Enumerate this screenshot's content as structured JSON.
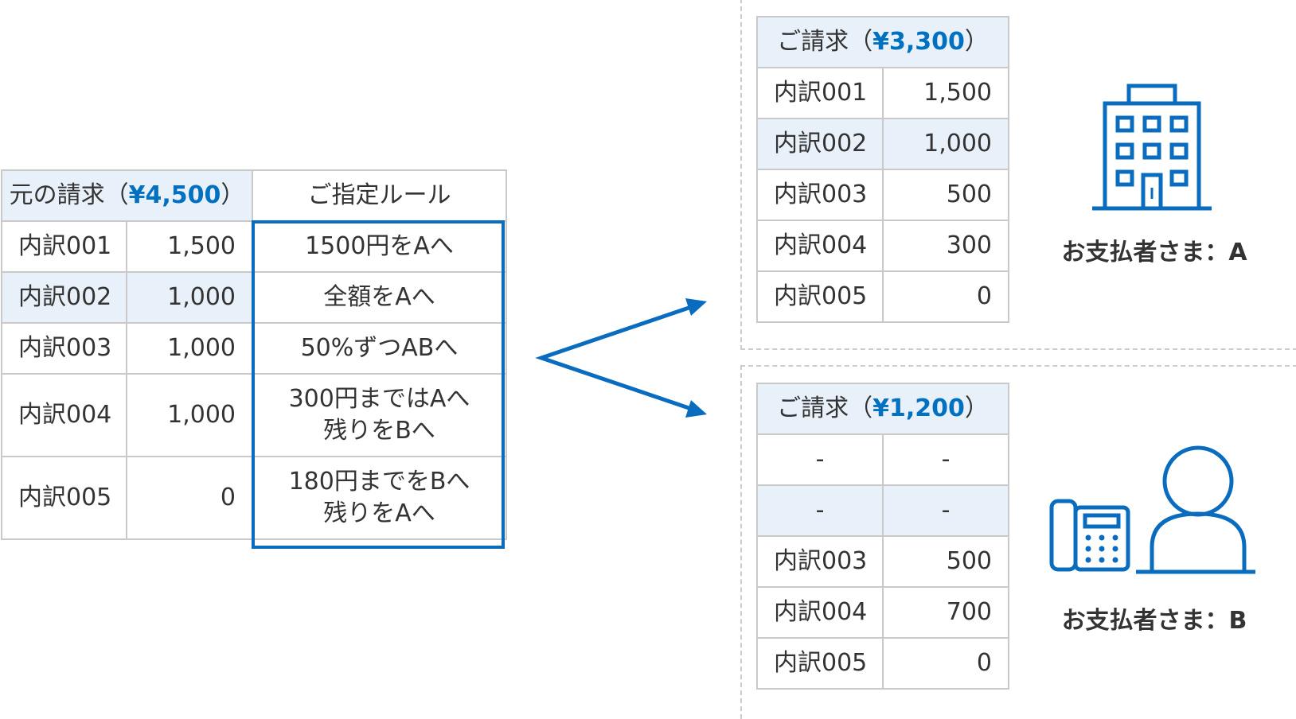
{
  "original": {
    "header_text": "元の請求（",
    "header_amount": "¥4,500",
    "header_close": "）",
    "rules_header": "ご指定ルール",
    "rows": [
      {
        "label": "内訳001",
        "value": "1,500",
        "rule_line1": "1500円をAへ",
        "rule_line2": ""
      },
      {
        "label": "内訳002",
        "value": "1,000",
        "rule_line1": "全額をAへ",
        "rule_line2": ""
      },
      {
        "label": "内訳003",
        "value": "1,000",
        "rule_line1": "50%ずつABへ",
        "rule_line2": ""
      },
      {
        "label": "内訳004",
        "value": "1,000",
        "rule_line1": "300円まではAへ",
        "rule_line2": "残りをBへ"
      },
      {
        "label": "内訳005",
        "value": "0",
        "rule_line1": "180円までをBへ",
        "rule_line2": "残りをAへ"
      }
    ]
  },
  "result_a": {
    "header_text": "ご請求（",
    "header_amount": "¥3,300",
    "header_close": "）",
    "rows": [
      {
        "label": "内訳001",
        "value": "1,500"
      },
      {
        "label": "内訳002",
        "value": "1,000"
      },
      {
        "label": "内訳003",
        "value": "500"
      },
      {
        "label": "内訳004",
        "value": "300"
      },
      {
        "label": "内訳005",
        "value": "0"
      }
    ],
    "payer": "お支払者さま：A",
    "icon": "building-icon"
  },
  "result_b": {
    "header_text": "ご請求（",
    "header_amount": "¥1,200",
    "header_close": "）",
    "rows": [
      {
        "label": "-",
        "value": "-"
      },
      {
        "label": "-",
        "value": "-"
      },
      {
        "label": "内訳003",
        "value": "500"
      },
      {
        "label": "内訳004",
        "value": "700"
      },
      {
        "label": "内訳005",
        "value": "0"
      }
    ],
    "payer": "お支払者さま：B",
    "icon": "person-with-phone-icon"
  },
  "colors": {
    "accent": "#0a6cbe",
    "amount": "#0070c0",
    "highlight": "#e8f1fa",
    "border": "#c9c9c9"
  }
}
